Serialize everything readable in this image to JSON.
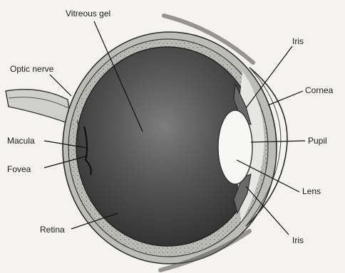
{
  "diagram": {
    "labels": {
      "vitreous_gel": "Vitreous gel",
      "optic_nerve": "Optic nerve",
      "iris_top": "Iris",
      "cornea": "Cornea",
      "macula": "Macula",
      "pupil": "Pupil",
      "fovea": "Fovea",
      "lens": "Lens",
      "retina": "Retina",
      "iris_bottom": "Iris"
    },
    "colors": {
      "background": "#f4f3ef",
      "outline": "#2b2b2b",
      "interior_dark": "#3a3a3a",
      "interior_light": "#9a9a9a",
      "lens": "#f7f7f5"
    }
  }
}
